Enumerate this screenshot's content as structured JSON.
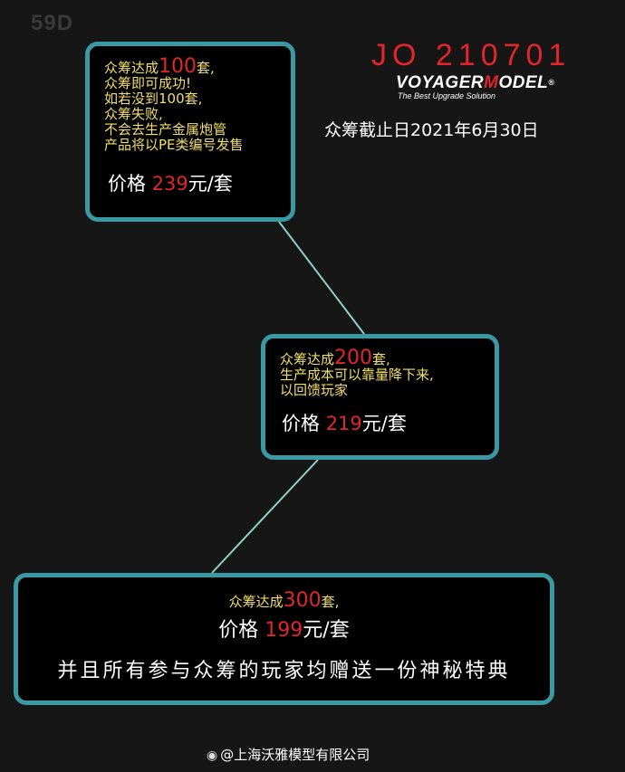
{
  "corner_tag": "59D",
  "header": {
    "product_code": "JO 210701",
    "brand_part1": "VOYAGER",
    "brand_part2": "M",
    "brand_part3": "ODEL",
    "brand_reg": "®",
    "brand_tagline": "The Best Upgrade Solution",
    "deadline": "众筹截止日2021年6月30日"
  },
  "tiers": [
    {
      "goal_prefix": "众筹达成",
      "goal_number": "100",
      "goal_suffix": "套,",
      "notes": [
        "众筹即可成功!",
        "如若没到100套,",
        "众筹失败,",
        "不会去生产金属炮管",
        "产品将以PE类编号发售"
      ],
      "price_label": "价格 ",
      "price_value": "239",
      "price_unit": "元/套"
    },
    {
      "goal_prefix": "众筹达成",
      "goal_number": "200",
      "goal_suffix": "套,",
      "notes": [
        "生产成本可以靠量降下来,",
        "以回馈玩家"
      ],
      "price_label": "价格 ",
      "price_value": "219",
      "price_unit": "元/套"
    },
    {
      "goal_prefix": "众筹达成",
      "goal_number": "300",
      "goal_suffix": "套,",
      "notes": [],
      "price_label": "价格 ",
      "price_value": "199",
      "price_unit": "元/套",
      "gift": "并且所有参与众筹的玩家均赠送一份神秘特典"
    }
  ],
  "watermark": {
    "icon": "weibo-icon",
    "text": "@上海沃雅模型有限公司"
  },
  "colors": {
    "background": "#161616",
    "accent_red": "#e0262b",
    "box_border": "#3a9aa4",
    "note_yellow": "#f0df6a",
    "connector": "#8fd1c8"
  }
}
